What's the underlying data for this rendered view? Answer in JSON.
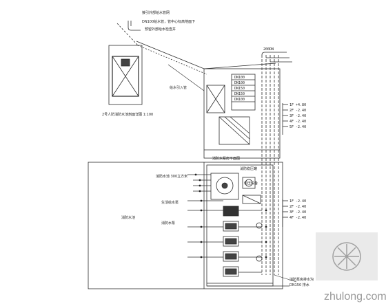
{
  "labels": {
    "top_note_1": "接引外部给水管网",
    "top_note_2": "DN100给水管，管中心标高地面下",
    "top_note_3": "预留外部给水检查井",
    "room_note": "给水引入管",
    "section_title": "2号人防消防水池剖面详图 1:100",
    "pump_room_title": "消防水泵房平面图",
    "left_label_1": "消防水池 300立方米",
    "left_label_2": "生活给水泵",
    "left_label_3": "消防水泵",
    "left_label_4": "消防水池",
    "right_label_1": "稳压设备",
    "right_label_2": "消防稳压罐",
    "bottom_note_1": "消防泵房排水沟",
    "bottom_note_2": "DN150 排水",
    "top_right_pipes": "200DN",
    "watermark": "zhulong.com"
  },
  "pipe_tags": [
    "DN100",
    "DN100",
    "DN150",
    "DN150",
    "DN100"
  ],
  "elev_upper": [
    "1F +4.80",
    "2F -2.40",
    "3F -2.40",
    "4F -2.40",
    "5F -2.40"
  ],
  "elev_lower": [
    "1F -2.40",
    "2F -2.40",
    "3F -2.40",
    "4F -2.40"
  ],
  "colors": {
    "line": "#2a2a2a",
    "dash": "#555555",
    "watermark": "#9a9a9a"
  }
}
